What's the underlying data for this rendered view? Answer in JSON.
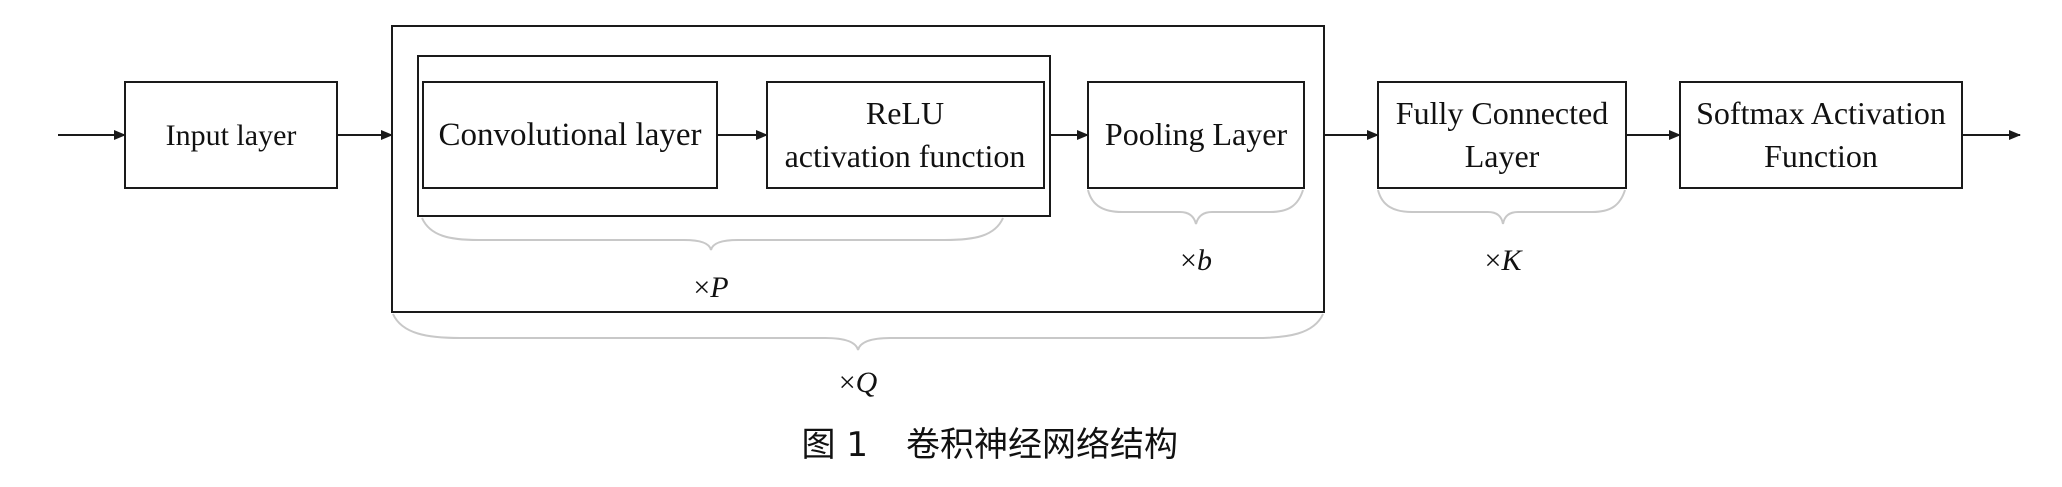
{
  "blocks": {
    "input": "Input layer",
    "conv": "Convolutional layer",
    "relu": [
      "ReLU",
      "activation function"
    ],
    "pooling": "Pooling Layer",
    "fc": [
      "Fully Connected",
      "Layer"
    ],
    "softmax": [
      "Softmax Activation",
      "Function"
    ]
  },
  "multipliers": {
    "p": {
      "sign": "×",
      "var": "P"
    },
    "b": {
      "sign": "×",
      "var": "b"
    },
    "k": {
      "sign": "×",
      "var": "K"
    },
    "q": {
      "sign": "×",
      "var": "Q"
    }
  },
  "caption": {
    "number": "图 1",
    "title": "卷积神经网络结构"
  }
}
